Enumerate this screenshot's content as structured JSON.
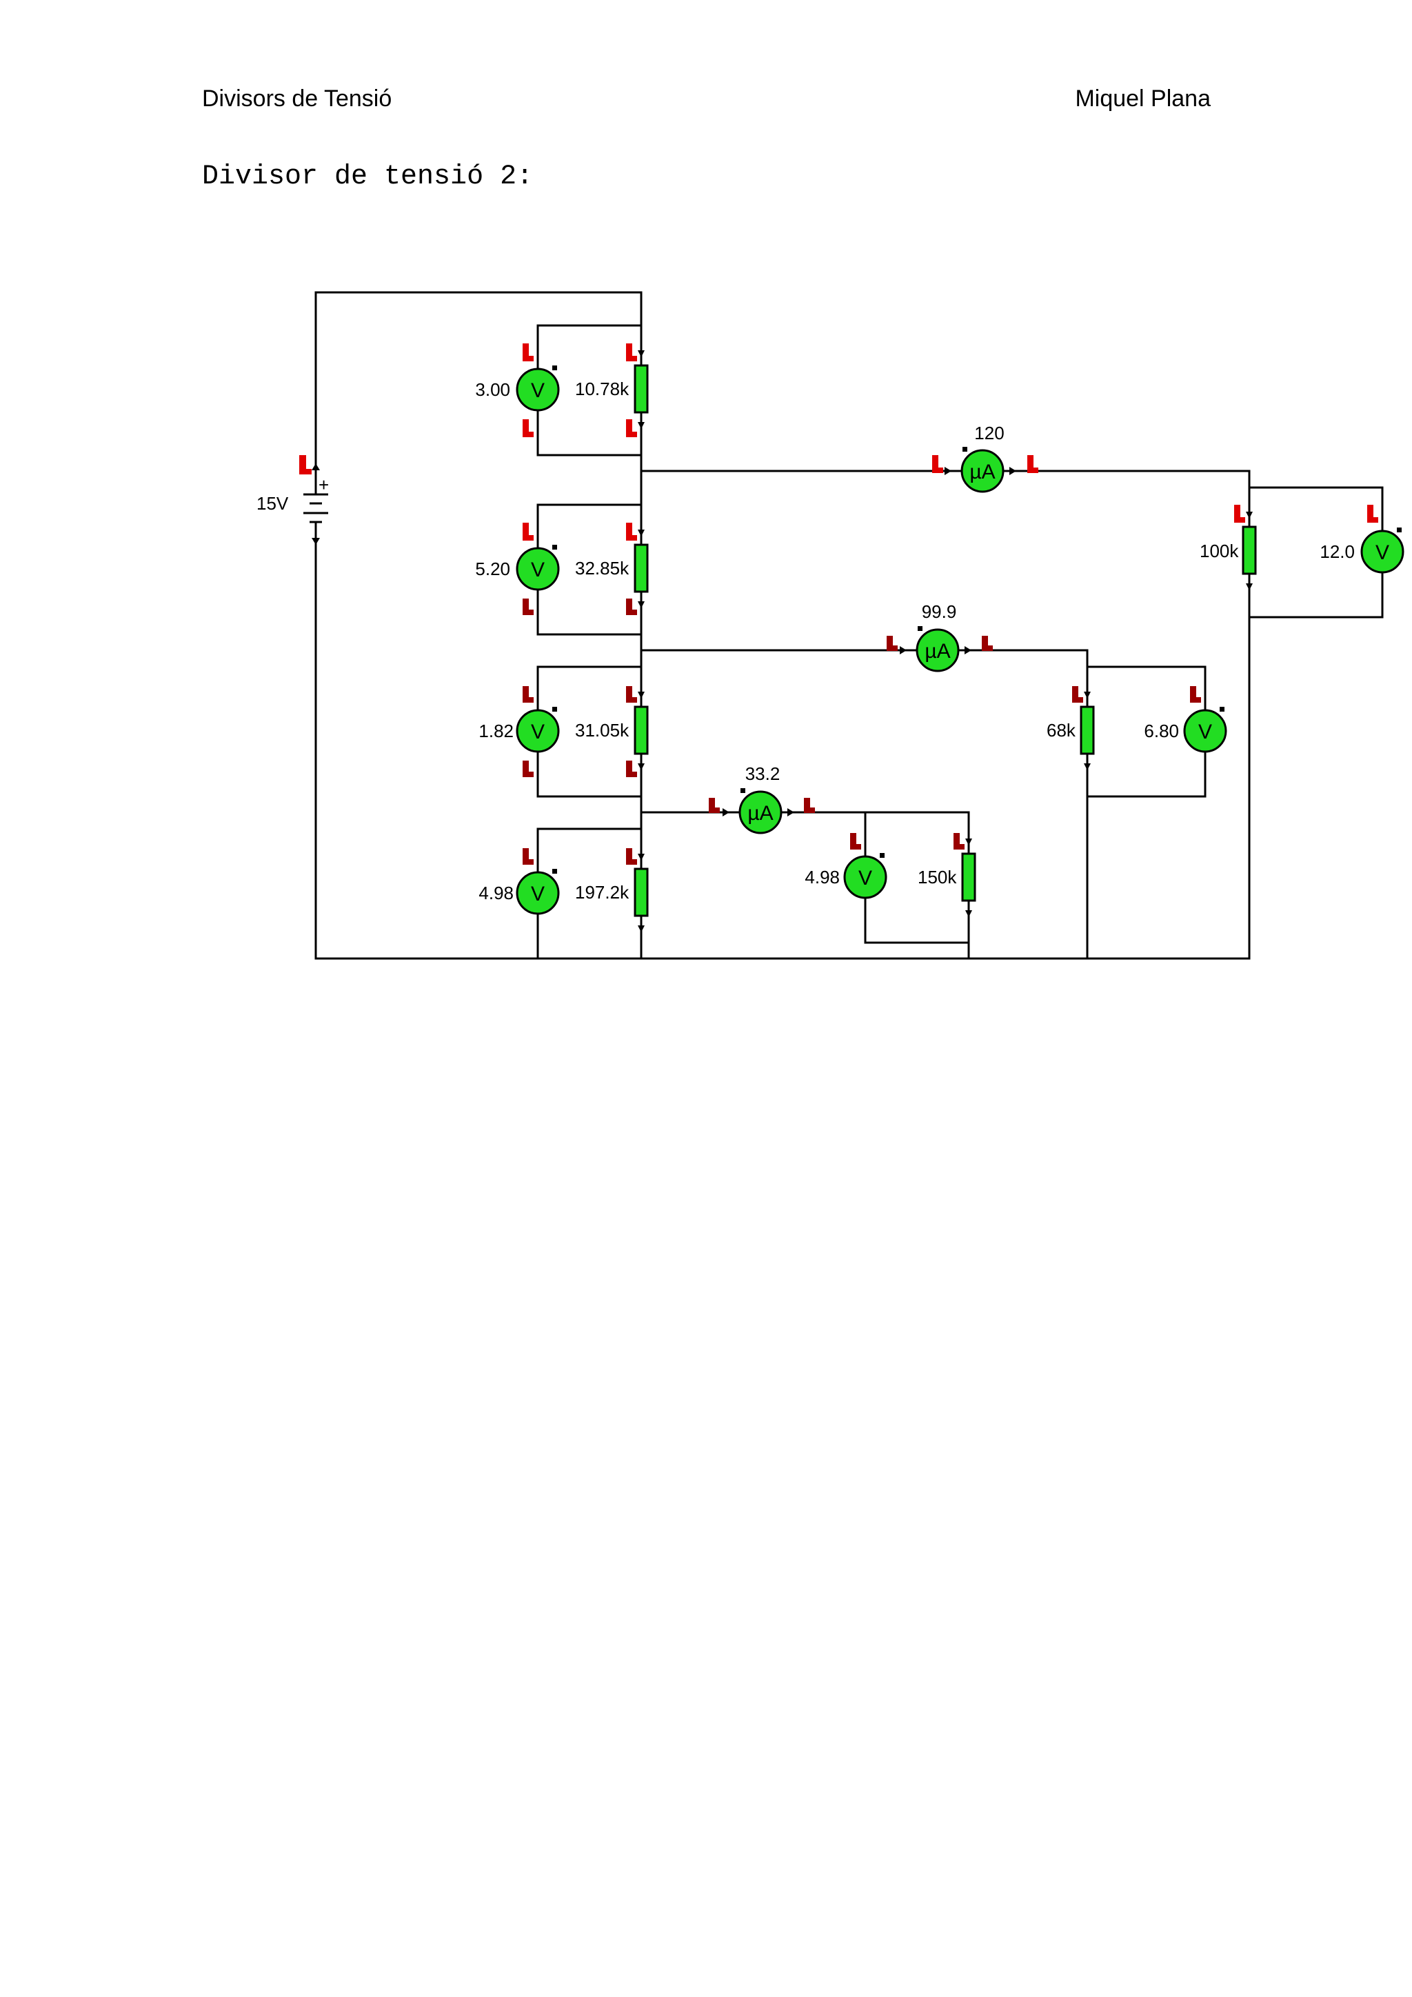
{
  "header": {
    "left": "Divisors de Tensió",
    "right": "Miquel Plana"
  },
  "section_title": "Divisor de tensió 2:",
  "circuit": {
    "source": "15V",
    "resistors": [
      "10.78k",
      "32.85k",
      "31.05k",
      "197.2k",
      "100k",
      "68k",
      "150k"
    ],
    "voltmeters": [
      "3.00",
      "5.20",
      "1.82",
      "4.98",
      "12.0",
      "6.80",
      "4.98"
    ],
    "ammeters": [
      "120",
      "99.9",
      "33.2"
    ],
    "voltmeter_symbol": "V",
    "ammeter_symbol": "µA",
    "plus_sign": "+"
  }
}
